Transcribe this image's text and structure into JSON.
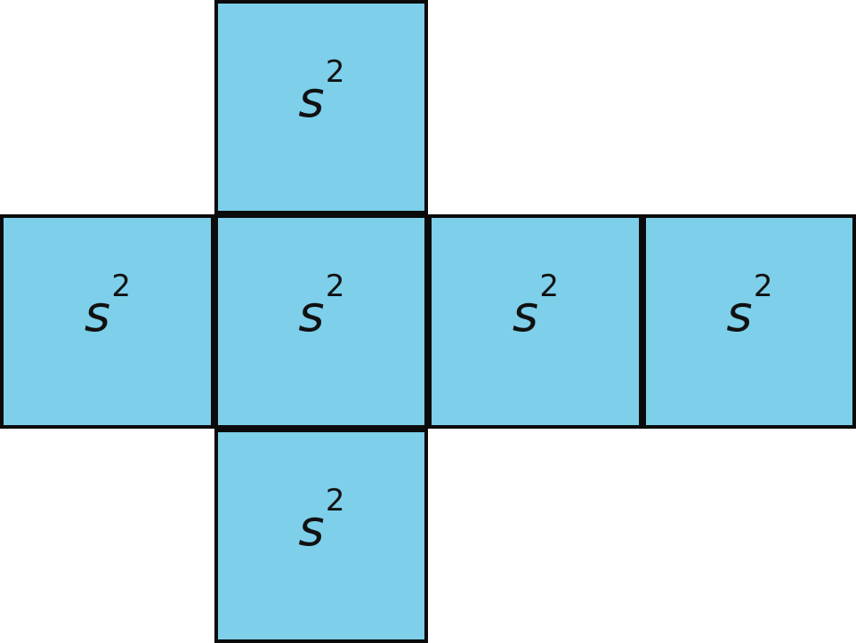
{
  "figure": {
    "description": "Net of a cube: six squares arranged in a cross shape",
    "face_count": 6
  },
  "colors": {
    "face_fill": "#7DCFEA",
    "face_border": "#0B0B0B",
    "label_color": "#111111",
    "canvas_bg": "#FFFFFF"
  },
  "faces": [
    {
      "position": "top",
      "base": "s",
      "exponent": "2"
    },
    {
      "position": "middle-left",
      "base": "s",
      "exponent": "2"
    },
    {
      "position": "middle-center",
      "base": "s",
      "exponent": "2"
    },
    {
      "position": "middle-right",
      "base": "s",
      "exponent": "2"
    },
    {
      "position": "middle-far-right",
      "base": "s",
      "exponent": "2"
    },
    {
      "position": "bottom",
      "base": "s",
      "exponent": "2"
    }
  ]
}
